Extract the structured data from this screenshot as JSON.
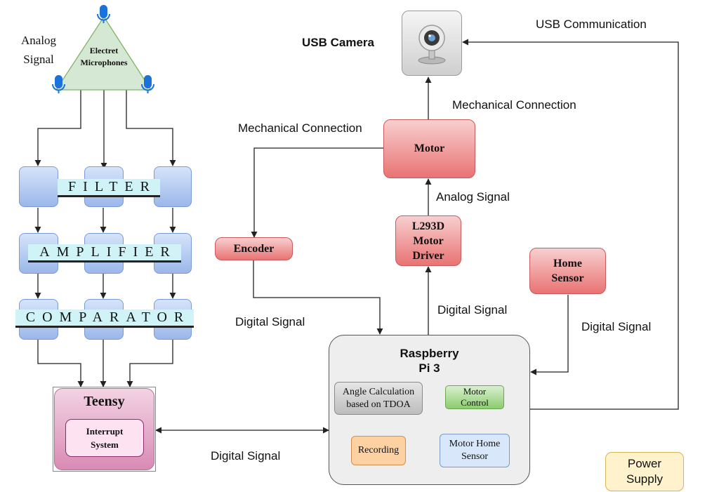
{
  "analog_signal_label": "Analog\nSignal",
  "microphones": {
    "title": "Electret\nMicrophones"
  },
  "stages": {
    "filter": "FILTER",
    "amplifier": "AMPLIFIER",
    "comparator": "COMPARATOR"
  },
  "teensy": {
    "title": "Teensy",
    "interrupt": "Interrupt\nSystem"
  },
  "usb_camera": "USB Camera",
  "usb_communication": "USB Communication",
  "motor": "Motor",
  "encoder": "Encoder",
  "driver": "L293D\nMotor\nDriver",
  "home_sensor": "Home\nSensor",
  "raspberry": {
    "title": "Raspberry\nPi 3",
    "angle": "Angle Calculation\nbased on TDOA",
    "motor_control": "Motor\nControl",
    "recording": "Recording",
    "motor_home_sensor": "Motor Home\nSensor"
  },
  "power_supply": "Power\nSupply",
  "edge_labels": {
    "mech_connection_top": "Mechanical Connection",
    "mech_connection_left": "Mechanical Connection",
    "analog_signal": "Analog Signal",
    "digital_signal_driver": "Digital Signal",
    "digital_signal_encoder": "Digital Signal",
    "digital_signal_home": "Digital Signal",
    "digital_signal_teensy": "Digital Signal"
  },
  "colors": {
    "filter_band": "#cff3f6",
    "red_block": "#e97373",
    "blue_block": "#9bb7ea",
    "raspberry_bg": "#eeeeee",
    "teensy": "#d98ab4"
  }
}
